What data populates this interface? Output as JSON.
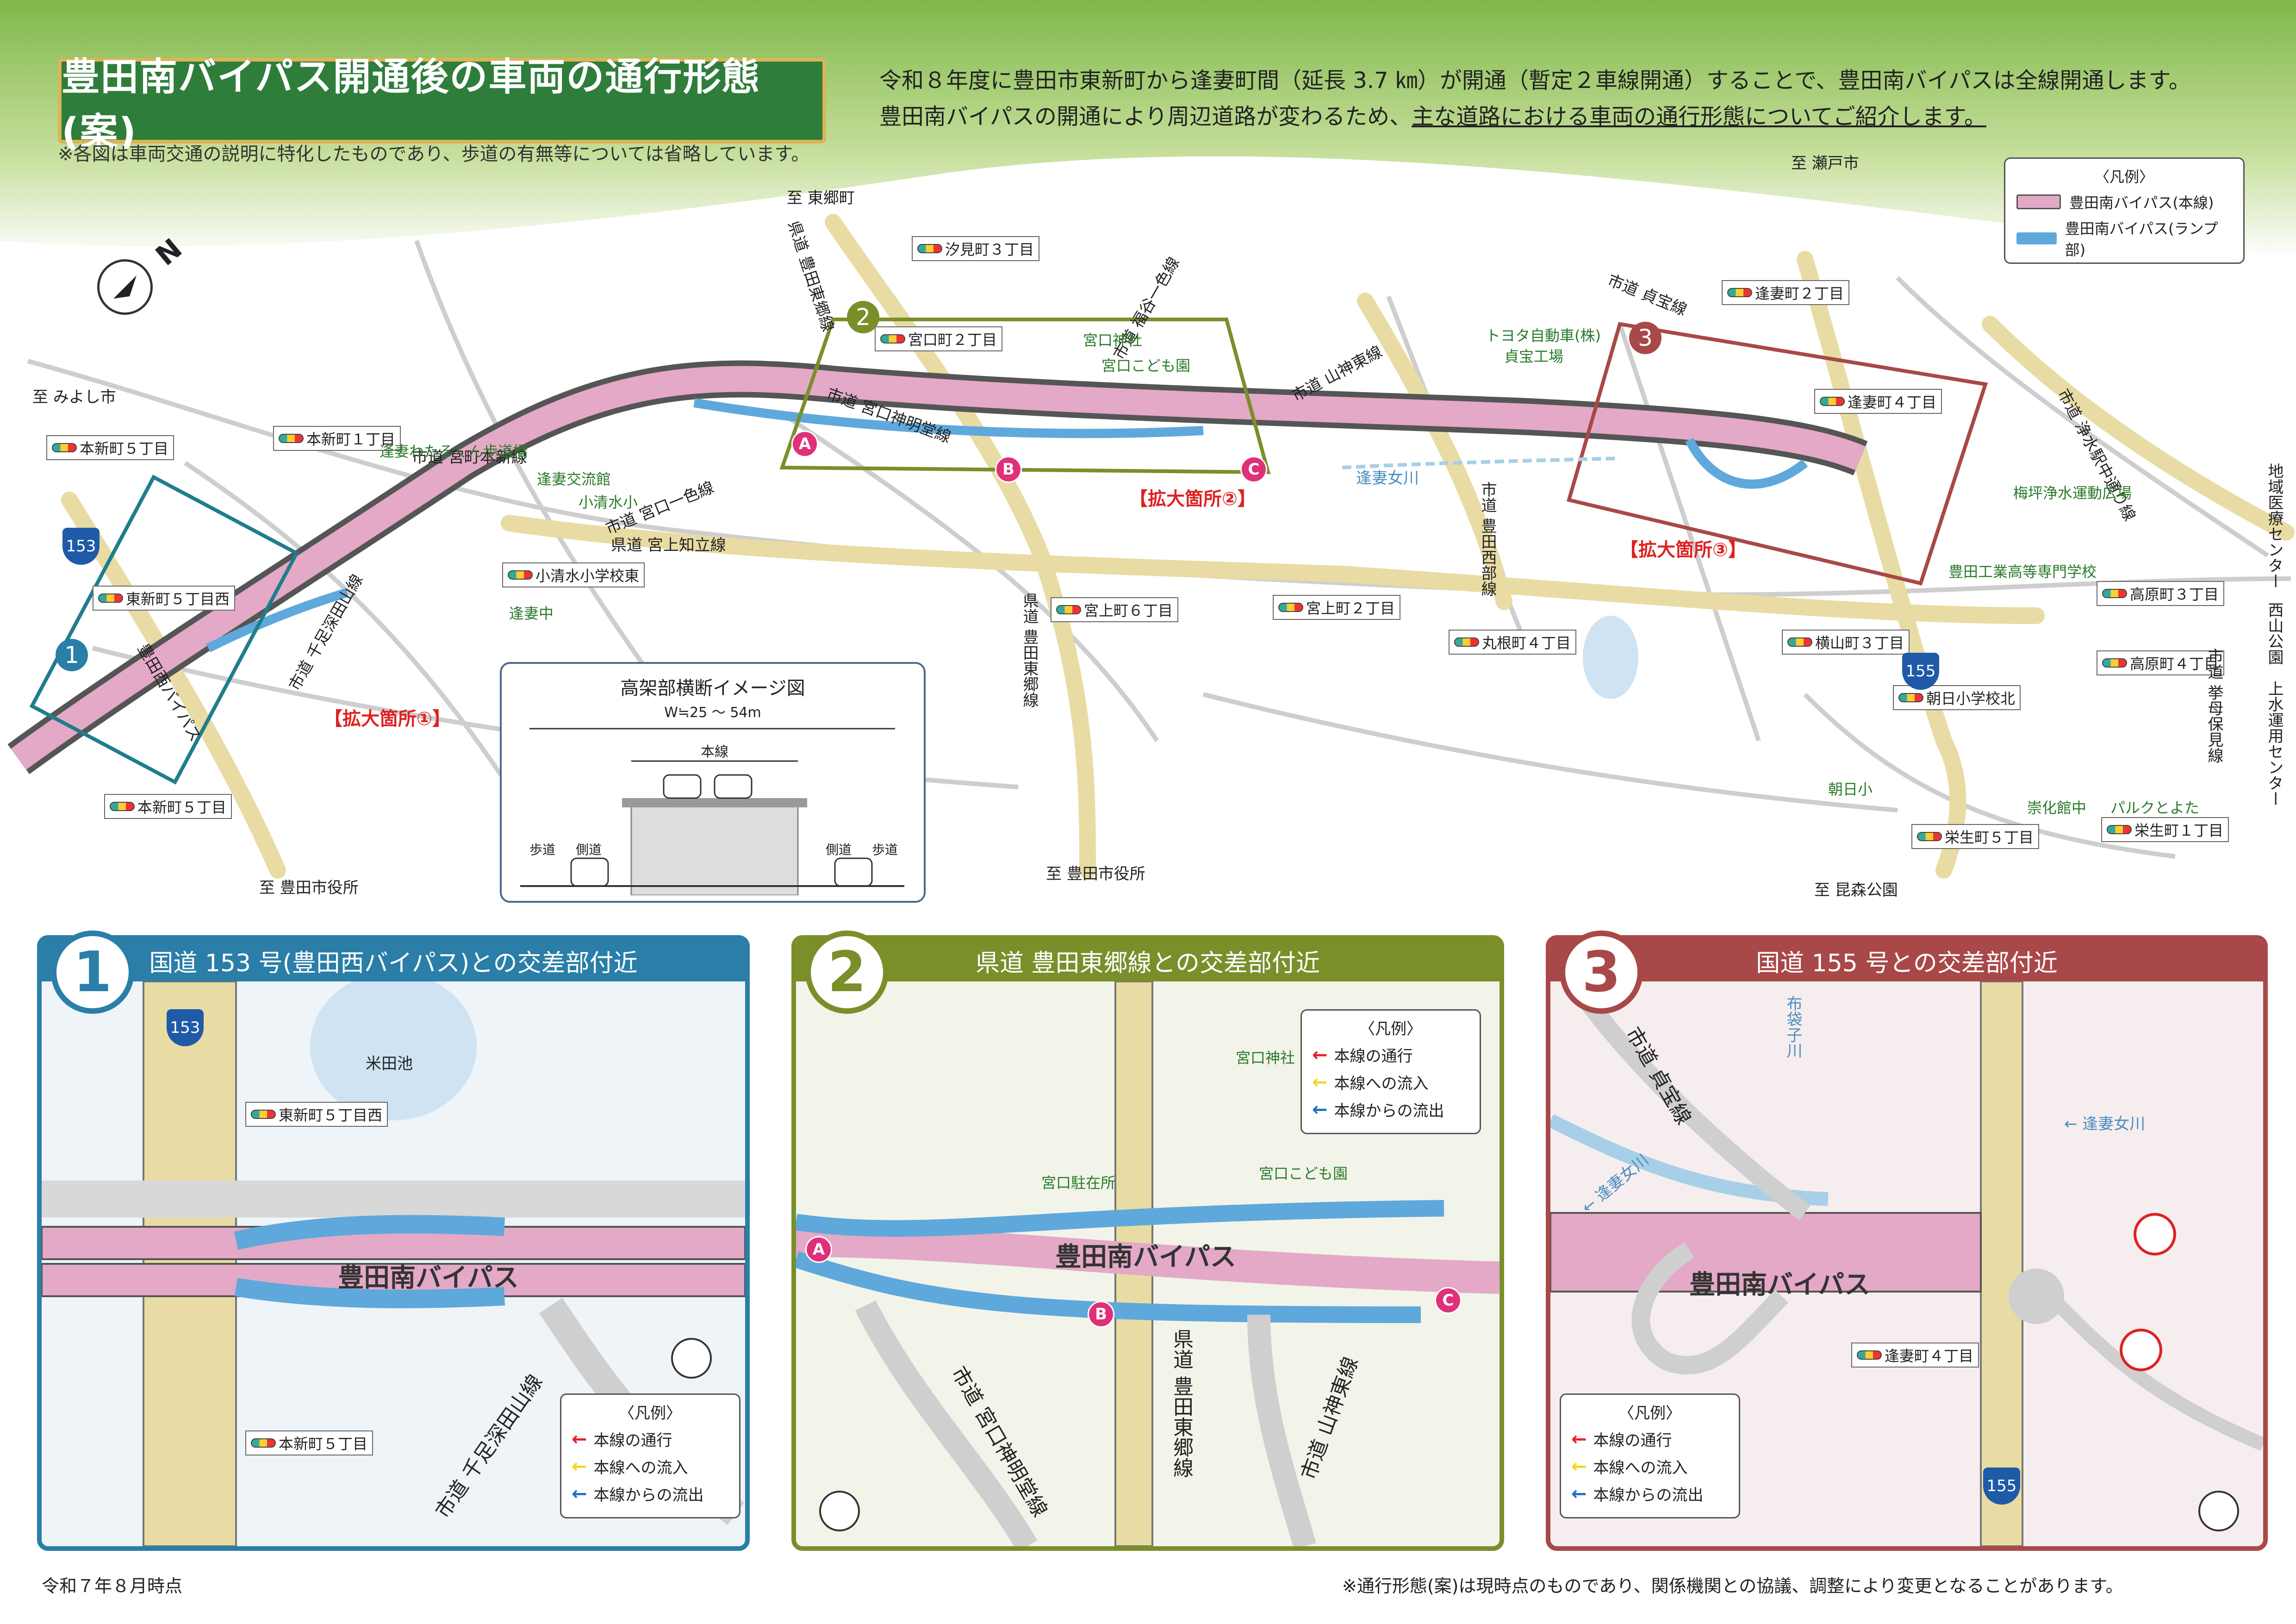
{
  "header": {
    "title": "豊田南バイパス開通後の車両の通行形態(案)",
    "note": "※各図は車両交通の説明に特化したものであり、歩道の有無等については省略しています。",
    "intro_line1": "令和８年度に豊田市東新町から逢妻町間（延長 3.7 ㎞）が開通（暫定２車線開通）することで、豊田南バイパスは全線開通します。",
    "intro_line2_a": "豊田南バイパスの開通により周辺道路が変わるため、",
    "intro_line2_b": "主な道路における車両の通行形態についてご紹介します。"
  },
  "colors": {
    "mainline": "#e3a9c6",
    "ramp": "#5fa8dc",
    "green_title": "#2f7d3b",
    "sec1": "#2a7ea8",
    "sec2": "#7a8f2a",
    "sec3": "#a94848"
  },
  "map_legend": {
    "title": "〈凡例〉",
    "items": [
      "豊田南バイパス(本線)",
      "豊田南バイパス(ランプ部)"
    ]
  },
  "map": {
    "destinations": [
      "至 東郷町",
      "至 みよし市",
      "至 瀬戸市",
      "至 豊田市役所",
      "至 豊田市役所",
      "至 昆森公園"
    ],
    "signals": [
      "汐見町３丁目",
      "宮口町２丁目",
      "本新町５丁目",
      "本新町１丁目",
      "東新町５丁目西",
      "本新町５丁目",
      "小清水小学校東",
      "宮上町６丁目",
      "宮上町２丁目",
      "丸根町４丁目",
      "逢妻町２丁目",
      "逢妻町４丁目",
      "横山町３丁目",
      "朝日小学校北",
      "栄生町５丁目",
      "高原町３丁目",
      "高原町４丁目",
      "栄生町１丁目"
    ],
    "roads": [
      "県道 豊田東郷線",
      "市道 宮町本新線",
      "市道 宮口一色線",
      "市道 宮口神明堂線",
      "県道 宮上知立線",
      "市道 福谷一色線",
      "市道 山神東線",
      "市道 千足深田山線",
      "豊田西バイパス",
      "市道 貞宝線",
      "市道 浄水駅中通り線",
      "市道 豊田西部線",
      "県道 豊田東郷線",
      "市道 挙母保見線"
    ],
    "places": [
      "宮口神社",
      "宮口こども園",
      "逢妻交流館",
      "小清水小",
      "逢妻中",
      "トヨタ自動車(株)",
      "貞宝工場",
      "梅坪浄水運動広場",
      "豊田工業高等専門学校",
      "朝日小",
      "崇化館中",
      "パルクとよた",
      "地域医療センター",
      "西山公園",
      "上水運用センター",
      "逢妻わたるくん歩道橋",
      "逢妻女川"
    ],
    "enlarge": [
      "【拡大箇所①】",
      "【拡大箇所②】",
      "【拡大箇所③】"
    ],
    "route_153": "153",
    "route_155": "155",
    "pins": [
      "A",
      "B",
      "C"
    ],
    "north": "N"
  },
  "cross_section": {
    "title": "高架部横断イメージ図",
    "width": "W≒25 〜 54m",
    "main": "本線",
    "sidewalk": "歩道",
    "side_road": "側道"
  },
  "sections": [
    {
      "num": "1",
      "title": "国道 153 号(豊田西バイパス)との交差部付近",
      "bypass": "豊田南バイパス",
      "road": "市道 千足深田山線",
      "signals": [
        "東新町５丁目西",
        "本新町５丁目"
      ],
      "place": "米田池",
      "route": "153"
    },
    {
      "num": "2",
      "title": "県道 豊田東郷線との交差部付近",
      "bypass": "豊田南バイパス",
      "roads": [
        "市道 宮口神明堂線",
        "県道 豊田東郷線",
        "市道 山神東線"
      ],
      "places": [
        "宮口神社",
        "宮口こども園",
        "宮口駐在所"
      ]
    },
    {
      "num": "3",
      "title": "国道 155 号との交差部付近",
      "bypass": "豊田南バイパス",
      "roads": [
        "市道 貞宝線"
      ],
      "rivers": [
        "← 逢妻女川",
        "← 逢妻女川",
        "布袋子川"
      ],
      "signals": [
        "逢妻町４丁目"
      ],
      "route": "155"
    }
  ],
  "flow_legend": {
    "title": "〈凡例〉",
    "items": [
      "本線の通行",
      "本線への流入",
      "本線からの流出"
    ],
    "colors": [
      "#e8202a",
      "#f4d622",
      "#1f6fc4"
    ]
  },
  "footer": {
    "left": "令和７年８月時点",
    "right": "※通行形態(案)は現時点のものであり、関係機関との協議、調整により変更となることがあります。"
  }
}
